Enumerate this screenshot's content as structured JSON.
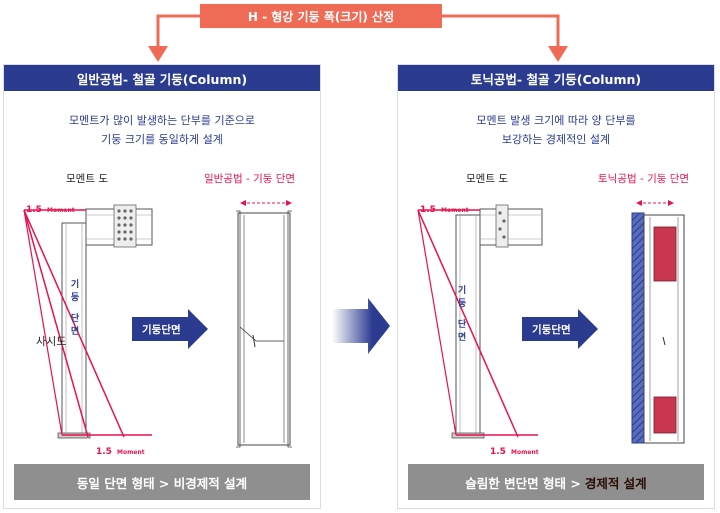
{
  "top_banner": "H - 형강 기둥 폭(크기) 산정",
  "left_panel": {
    "header": "일반공법- 철골 기둥(Column)",
    "description": [
      "모멘트가 많이 발생하는 단부를 기준으로",
      "기둥 크기를 동일하게 설계"
    ],
    "moment_label": "모멘트 도",
    "section_label": "일반공법 - 기둥 단면",
    "moment_top": "1.5",
    "moment_top_unit": "Moment",
    "moment_bottom": "1.5",
    "moment_bottom_unit": "Moment",
    "column_text": [
      "기",
      "둥",
      "단",
      "면"
    ],
    "diagonal_label": "사시도",
    "arrow_label": "기둥단면",
    "footer": "동일 단면 형태 > 비경제적 설계"
  },
  "right_panel": {
    "header": "토닉공법- 철골 기둥(Column)",
    "description": [
      "모멘트 발생 크기에 따라 양 단부를",
      "보강하는 경제적인 설계"
    ],
    "moment_label": "모멘트 도",
    "section_label": "토닉공법 - 기둥 단면",
    "moment_top": "1.5",
    "moment_top_unit": "Moment",
    "moment_bottom": "1.5",
    "moment_bottom_unit": "Moment",
    "column_text": [
      "기",
      "둥",
      "단",
      "면"
    ],
    "arrow_label": "기둥단면",
    "footer_main": "슬림한 변단면 형태 >",
    "footer_highlight": "경제적 설계"
  },
  "colors": {
    "navy": "#2b3b8f",
    "coral": "#ef6b55",
    "magenta": "#e8124d",
    "footer_gray": "#8f8f8f",
    "reinforce_red": "#c8374e",
    "reinforce_blue": "#3a4fa8"
  }
}
